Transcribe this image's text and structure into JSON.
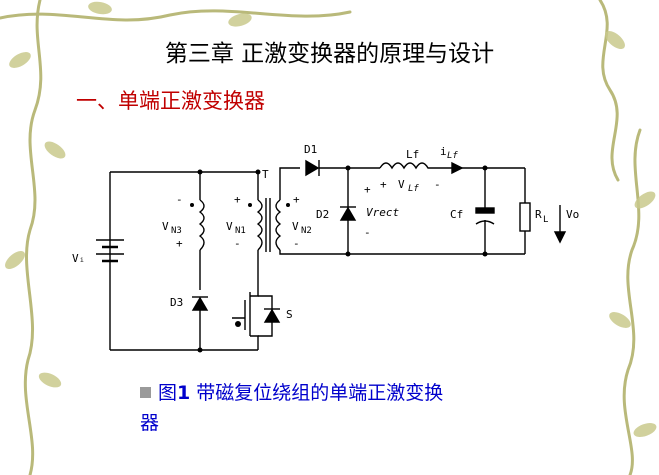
{
  "title": "第三章 正激变换器的原理与设计",
  "subtitle": "一、单端正激变换器",
  "figure": {
    "caption_prefix": "图",
    "caption_number": "1",
    "caption_text": " 带磁复位绕组的单端正激变换",
    "caption_line2": "器"
  },
  "circuit_labels": {
    "vi": "Vᵢ",
    "vn3": "V",
    "vn3_sub": "N3",
    "vn1": "V",
    "vn1_sub": "N1",
    "vn2": "V",
    "vn2_sub": "N2",
    "t": "T",
    "d1": "D1",
    "d2": "D2",
    "d3": "D3",
    "s": "S",
    "lf": "Lf",
    "vlf": "V",
    "vlf_sub": "Lf",
    "ilf": "i",
    "ilf_sub": "Lf",
    "vrect": "Vrect",
    "cf": "Cf",
    "rl": "R",
    "rl_sub": "L",
    "vo": "Vo",
    "plus": "+",
    "minus": "-"
  }
}
